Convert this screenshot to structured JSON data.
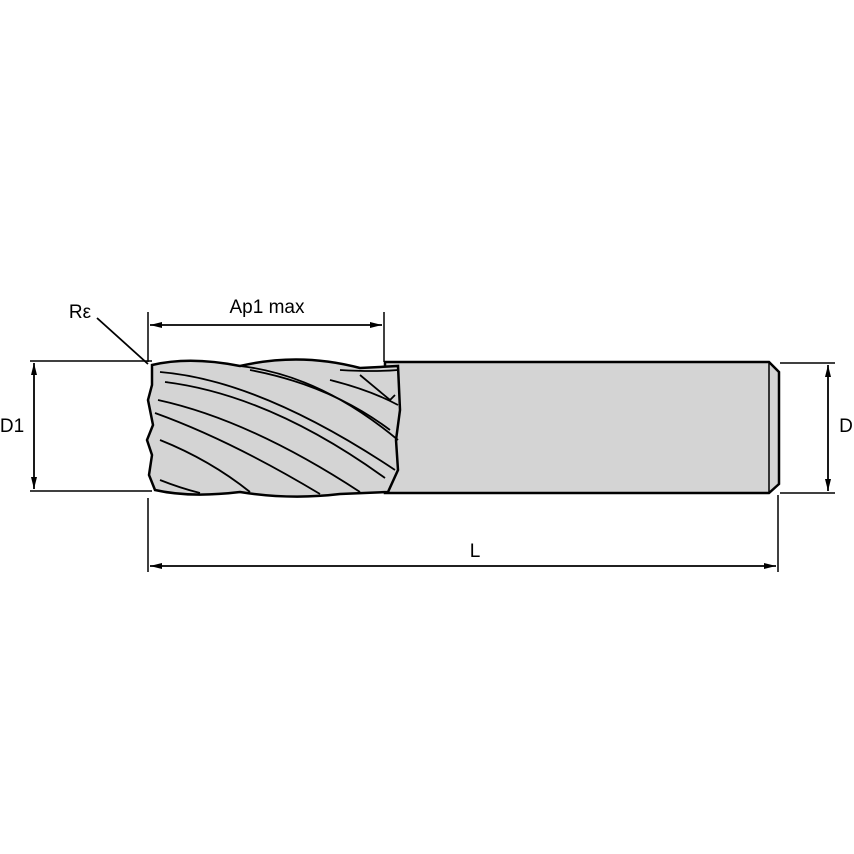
{
  "diagram": {
    "subject": "4-flute end mill with corner radius",
    "colors": {
      "background": "#ffffff",
      "body_fill": "#d4d4d4",
      "line": "#000000"
    },
    "labels": {
      "corner_radius": "Rε",
      "cutting_length": "Ap1 max",
      "cutting_diameter": "D1",
      "shank_diameter": "D",
      "overall_length": "L"
    }
  }
}
